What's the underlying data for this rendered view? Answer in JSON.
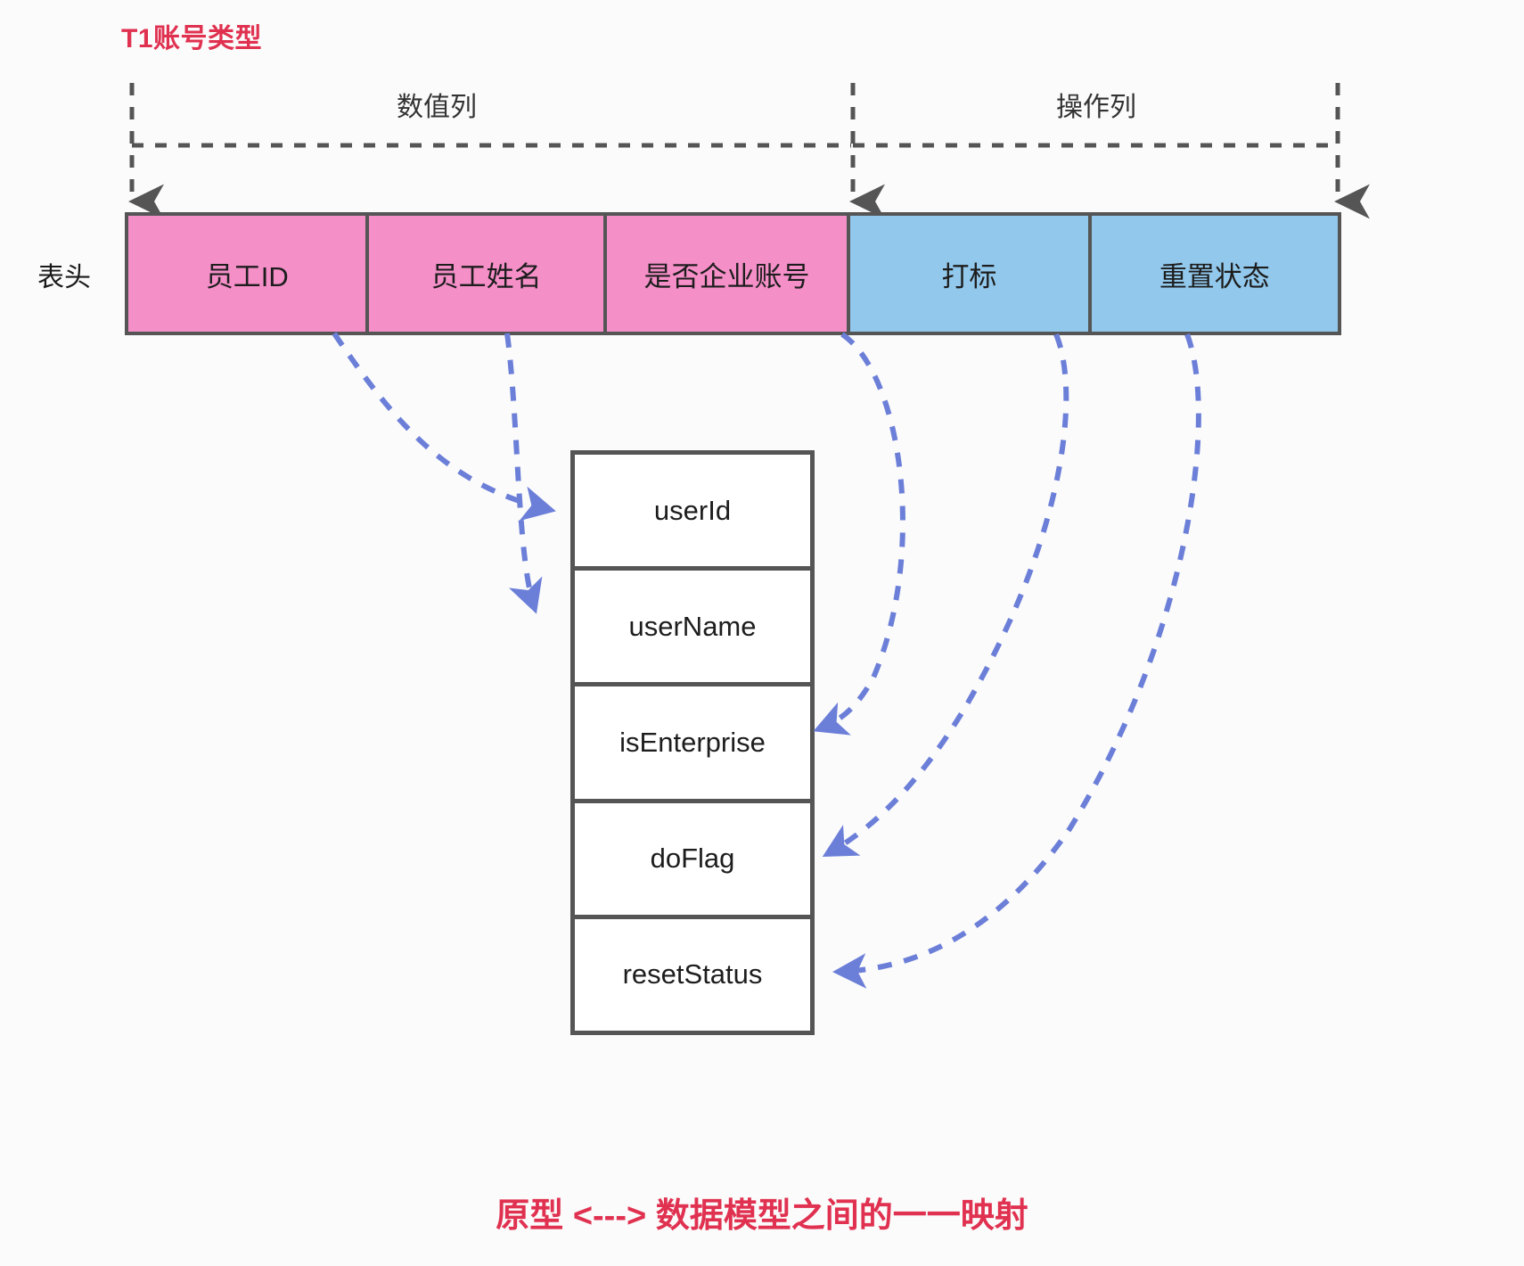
{
  "title": "T1账号类型",
  "row_label": "表头",
  "colors": {
    "accent_red": "#E03150",
    "pink_cell": "#F48FC8",
    "blue_cell": "#92C8EC",
    "border_gray": "#555555",
    "arrow_blue": "#6C7FD8",
    "background": "#fbfbfb"
  },
  "groups": [
    {
      "label": "数值列",
      "span_columns": 3
    },
    {
      "label": "操作列",
      "span_columns": 2
    }
  ],
  "header_table": {
    "columns": [
      {
        "label": "员工ID",
        "group": "数值列",
        "color": "pink"
      },
      {
        "label": "员工姓名",
        "group": "数值列",
        "color": "pink"
      },
      {
        "label": "是否企业账号",
        "group": "数值列",
        "color": "pink"
      },
      {
        "label": "打标",
        "group": "操作列",
        "color": "blue"
      },
      {
        "label": "重置状态",
        "group": "操作列",
        "color": "blue"
      }
    ]
  },
  "data_model": {
    "fields": [
      {
        "name": "userId"
      },
      {
        "name": "userName"
      },
      {
        "name": "isEnterprise"
      },
      {
        "name": "doFlag"
      },
      {
        "name": "resetStatus"
      }
    ]
  },
  "mappings": [
    {
      "from": "员工ID",
      "to": "userId"
    },
    {
      "from": "员工姓名",
      "to": "userName"
    },
    {
      "from": "是否企业账号",
      "to": "isEnterprise"
    },
    {
      "from": "打标",
      "to": "doFlag"
    },
    {
      "from": "重置状态",
      "to": "resetStatus"
    }
  ],
  "caption": "原型 <---> 数据模型之间的一一映射"
}
